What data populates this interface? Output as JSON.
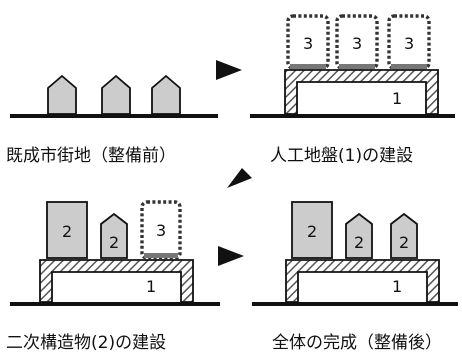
{
  "colors": {
    "building_fill": "#cccccc",
    "stroke": "#111111",
    "hatch": "#555555",
    "background": "#ffffff"
  },
  "panels": [
    {
      "caption": "既成市街地（整備前）"
    },
    {
      "caption": "人工地盤(1)の建設",
      "platform_label": "1",
      "planned_labels": [
        "3",
        "3",
        "3"
      ]
    },
    {
      "caption": "二次構造物(2)の建設",
      "platform_label": "1",
      "building_labels": [
        "2",
        "2"
      ],
      "planned_labels": [
        "3"
      ]
    },
    {
      "caption": "全体の完成（整備後）",
      "platform_label": "1",
      "building_labels": [
        "2",
        "2",
        "2"
      ]
    }
  ]
}
